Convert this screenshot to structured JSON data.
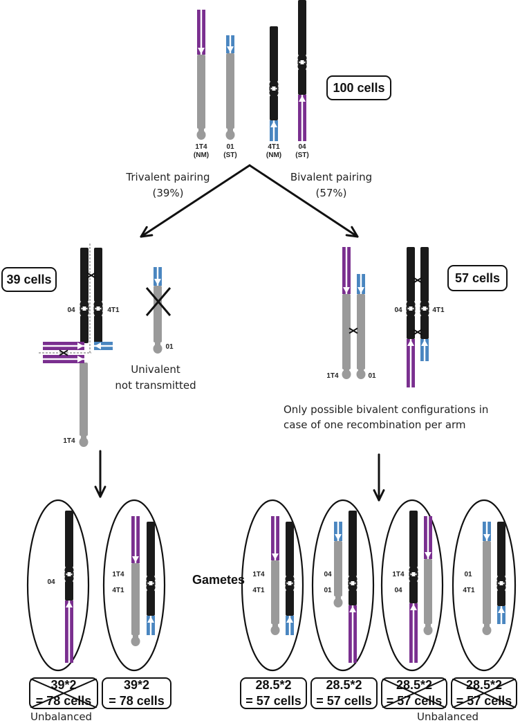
{
  "top": {
    "cells_label": "100 cells",
    "chromosome_labels": [
      {
        "name": "1T4",
        "sub": "(NM)"
      },
      {
        "name": "01",
        "sub": "(ST)"
      },
      {
        "name": "4T1",
        "sub": "(NM)"
      },
      {
        "name": "04",
        "sub": "(ST)"
      }
    ]
  },
  "branches": {
    "trivalent_line1": "Trivalent pairing",
    "trivalent_line2": "(39%)",
    "bivalent_line1": "Bivalent pairing",
    "bivalent_line2": "(57%)"
  },
  "left": {
    "cells_label": "39 cells",
    "labels": {
      "c04": "04",
      "c4t1": "4T1",
      "c1t4": "1T4",
      "c01": "01"
    },
    "univalent_line1": "Univalent",
    "univalent_line2": "not transmitted"
  },
  "right": {
    "cells_label": "57 cells",
    "labels": {
      "c1t4": "1T4",
      "c01": "01",
      "c04": "04",
      "c4t1": "4T1"
    },
    "note_line1": "Only possible bivalent configurations in",
    "note_line2": "case of one recombination per arm"
  },
  "gametes_label": "Gametes",
  "gametes": [
    {
      "labels": [
        "04"
      ],
      "count_line1": "39*2",
      "count_line2": "= 78 cells",
      "crossed_out": true
    },
    {
      "labels": [
        "1T4",
        "4T1"
      ],
      "count_line1": "39*2",
      "count_line2": "= 78 cells",
      "crossed_out": false
    },
    {
      "labels": [
        "1T4",
        "4T1"
      ],
      "count_line1": "28.5*2",
      "count_line2": "= 57 cells",
      "crossed_out": false
    },
    {
      "labels": [
        "04",
        "01"
      ],
      "count_line1": "28.5*2",
      "count_line2": "= 57 cells",
      "crossed_out": false
    },
    {
      "labels": [
        "1T4",
        "04"
      ],
      "count_line1": "28.5*2",
      "count_line2": "= 57 cells",
      "crossed_out": true
    },
    {
      "labels": [
        "01",
        "4T1"
      ],
      "count_line1": "28.5*2",
      "count_line2": "= 57 cells",
      "crossed_out": true
    }
  ],
  "unbalanced_left": "Unbalanced",
  "unbalanced_right": "Unbalanced",
  "colors": {
    "black_chrom": "#1a1a1a",
    "grey_chrom": "#9a9a9a",
    "purple": "#7a2f8f",
    "blue": "#4a86c0"
  }
}
